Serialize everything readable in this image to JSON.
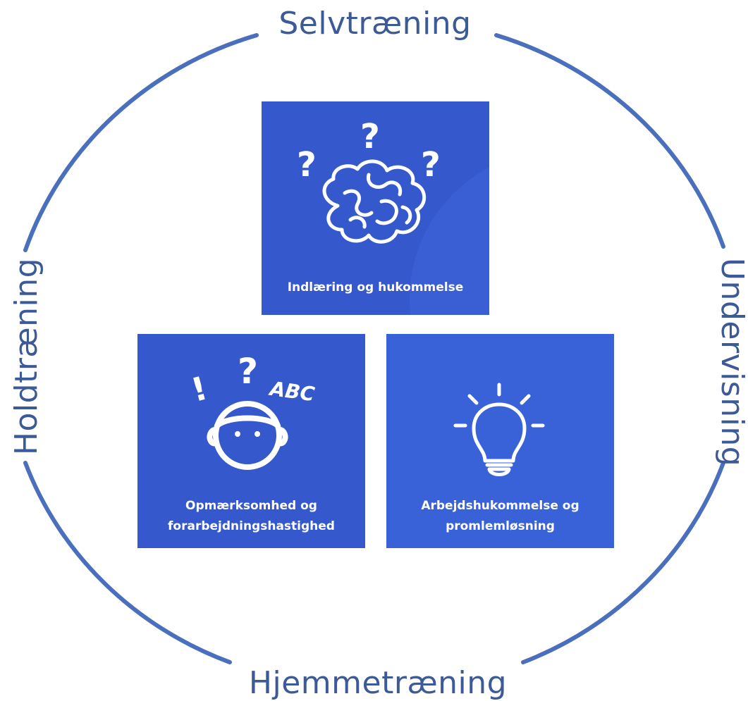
{
  "ring": {
    "top_label": "Selvtræning",
    "right_label": "Undervisning",
    "bottom_label": "Hjemmetræning",
    "left_label": "Holdtræning",
    "color": "#3d5a98",
    "line_color": "#4a6fbd"
  },
  "tiles": [
    {
      "caption_lines": [
        "Indlæring og hukommelse"
      ],
      "icon": "brain-with-question-marks-icon",
      "color": "#3558cc"
    },
    {
      "caption_lines": [
        "Opmærksomhed og",
        "forarbejdningshastighed"
      ],
      "icon": "face-with-abc-icon",
      "icon_text": "ABC",
      "color": "#3558cc"
    },
    {
      "caption_lines": [
        "Arbejdshukommelse og",
        "promlemløsning"
      ],
      "icon": "lightbulb-icon",
      "color": "#3a62d8"
    }
  ]
}
